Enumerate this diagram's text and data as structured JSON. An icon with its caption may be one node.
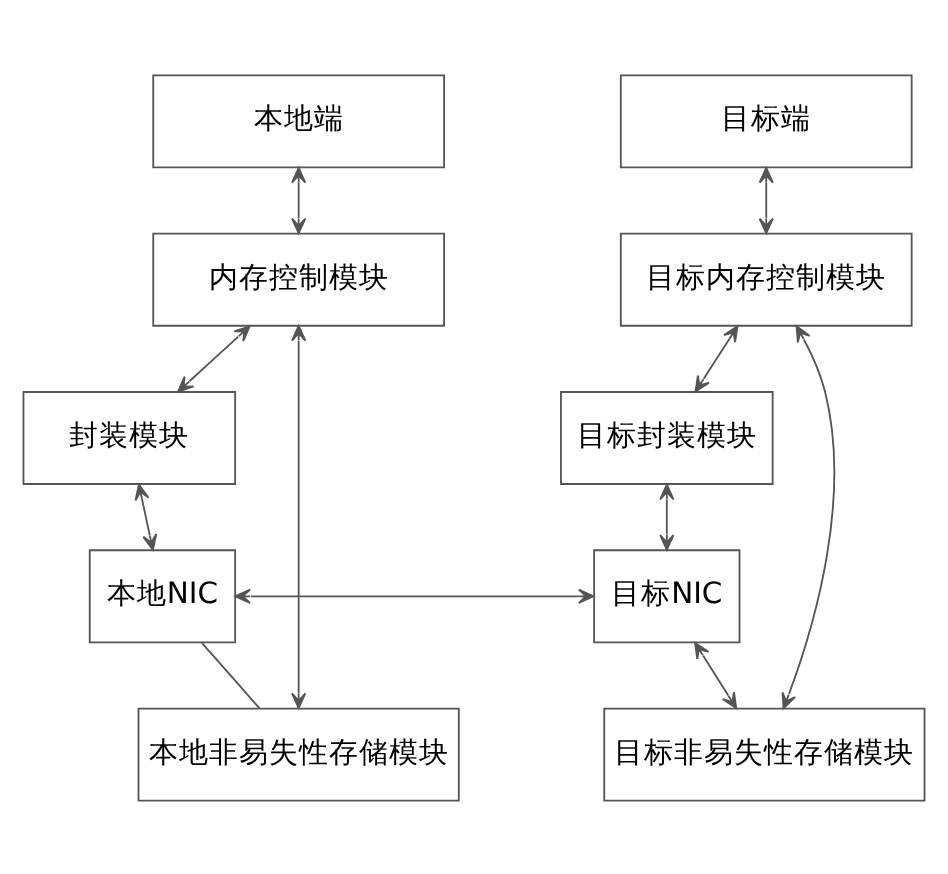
{
  "diagram": {
    "nodes": [
      {
        "text": [
          "本地端"
        ]
      },
      {
        "text": [
          "目标端"
        ]
      },
      {
        "text": [
          "内存控制模块"
        ]
      },
      {
        "text": [
          "目标内存控制模块"
        ]
      },
      {
        "text": [
          "封装模块"
        ]
      },
      {
        "text": [
          "目标封装模块"
        ]
      },
      {
        "text": [
          "本地NIC"
        ]
      },
      {
        "text": [
          "目标NIC"
        ]
      },
      {
        "text": [
          "本地非易失性存储模块"
        ]
      },
      {
        "text": [
          "目标非易失性存储模块"
        ]
      }
    ],
    "edges": [
      {
        "from": 0,
        "to": 2,
        "arrow": "both"
      },
      {
        "from": 1,
        "to": 3,
        "arrow": "both"
      },
      {
        "from": 2,
        "to": 4,
        "arrow": "both"
      },
      {
        "from": 2,
        "to": 8,
        "arrow": "both"
      },
      {
        "from": 3,
        "to": 5,
        "arrow": "both"
      },
      {
        "from": 3,
        "to": 9,
        "arrow": "both"
      },
      {
        "from": 4,
        "to": 6,
        "arrow": "both"
      },
      {
        "from": 5,
        "to": 7,
        "arrow": "both"
      },
      {
        "from": 6,
        "to": 7,
        "arrow": "both"
      },
      {
        "from": 6,
        "to": 8,
        "arrow": "none"
      },
      {
        "from": 7,
        "to": 9,
        "arrow": "both"
      }
    ]
  }
}
